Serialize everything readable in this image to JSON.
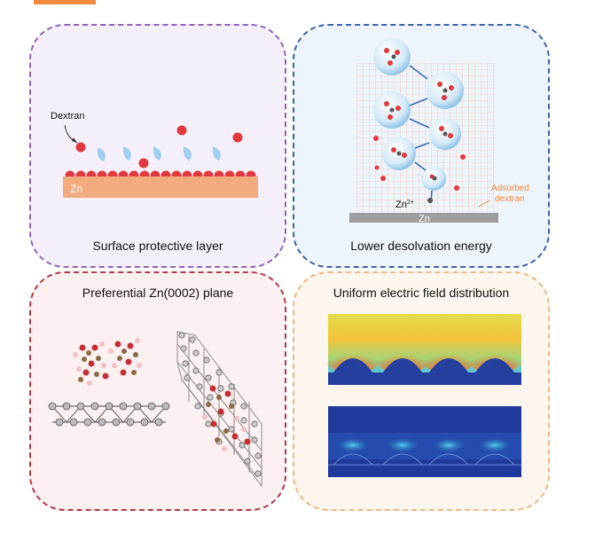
{
  "colors": {
    "panel1_border": "#8e63bb",
    "panel2_border": "#3f62a8",
    "panel3_border": "#b23a48",
    "panel4_border": "#e9b88a",
    "dextran_red": "#e03a3f",
    "zn_substrate": "#f2ab7f",
    "field_blue": "#1f3a9a"
  },
  "panels": {
    "surface": {
      "caption": "Surface protective layer",
      "dextran_label": "Dextran",
      "zn_label": "Zn"
    },
    "desolvation": {
      "caption": "Lower desolvation energy",
      "ion_label": "Zn",
      "ion_charge": "2+",
      "adsorbed_label_line1": "Adsorbed",
      "adsorbed_label_line2": "dextran",
      "zn_label": "Zn"
    },
    "plane": {
      "title": "Preferential Zn(0002) plane"
    },
    "field": {
      "title": "Uniform electric field distribution"
    }
  }
}
